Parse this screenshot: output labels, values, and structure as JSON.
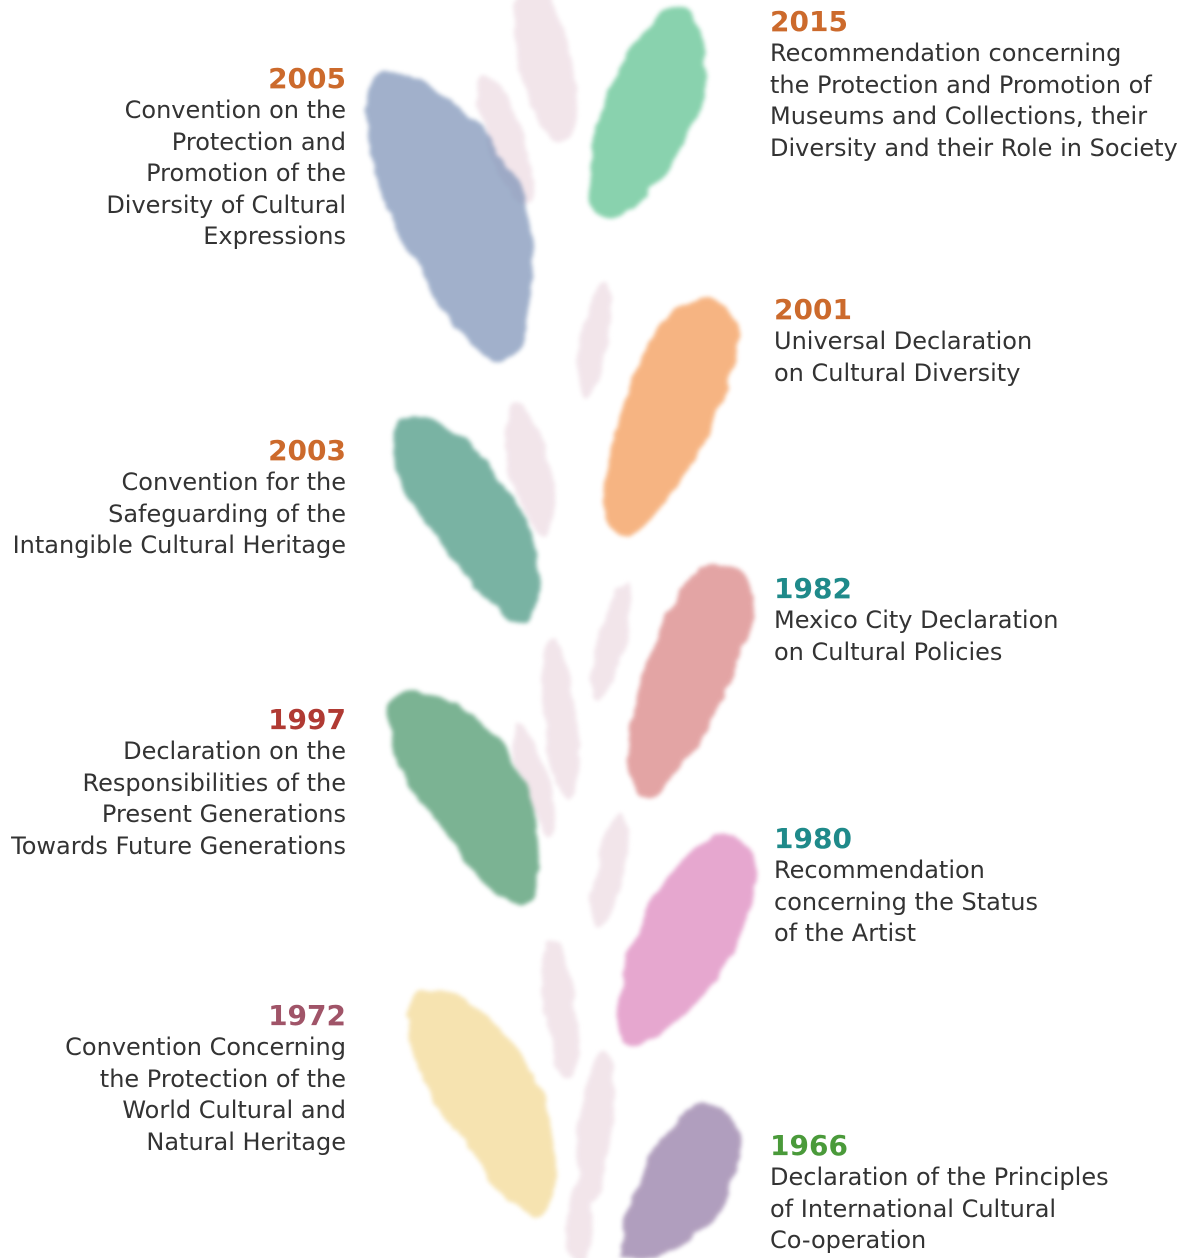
{
  "colors": {
    "orange": "#cc6a2c",
    "teal": "#1f8a8a",
    "red": "#b03a33",
    "plum": "#a05468",
    "green": "#4a9a3a",
    "text": "#333333",
    "stem": "#eedde4"
  },
  "timeline": [
    {
      "year": "2015",
      "description": "Recommendation concerning\nthe Protection and Promotion of\nMuseums and Collections, their\nDiversity and their Role in Society",
      "side": "right",
      "year_color": "#cc6a2c",
      "leaf_color": "#6cc79a"
    },
    {
      "year": "2005",
      "description": "Convention on the\nProtection and\nPromotion of the\nDiversity of Cultural\nExpressions",
      "side": "left",
      "year_color": "#cc6a2c",
      "leaf_color": "#7d93b8"
    },
    {
      "year": "2001",
      "description": "Universal Declaration\non Cultural Diversity",
      "side": "right",
      "year_color": "#cc6a2c",
      "leaf_color": "#f4a061"
    },
    {
      "year": "2003",
      "description": "Convention for the\nSafeguarding of the\nIntangible Cultural Heritage",
      "side": "left",
      "year_color": "#cc6a2c",
      "leaf_color": "#4e9a85"
    },
    {
      "year": "1982",
      "description": "Mexico City Declaration\non Cultural Policies",
      "side": "right",
      "year_color": "#1f8a8a",
      "leaf_color": "#d98282"
    },
    {
      "year": "1997",
      "description": "Declaration on the\nResponsibilities of the\nPresent Generations\nTowards Future Generations",
      "side": "left",
      "year_color": "#b03a33",
      "leaf_color": "#4f9a70"
    },
    {
      "year": "1980",
      "description": "Recommendation\nconcerning the Status\nof the Artist",
      "side": "right",
      "year_color": "#1f8a8a",
      "leaf_color": "#de8ac0"
    },
    {
      "year": "1972",
      "description": "Convention Concerning\nthe Protection of the\nWorld Cultural and\nNatural Heritage",
      "side": "left",
      "year_color": "#a05468",
      "leaf_color": "#f2d68c"
    },
    {
      "year": "1966",
      "description": "Declaration of the Principles\nof International Cultural\nCo-operation",
      "side": "right",
      "year_color": "#4a9a3a",
      "leaf_color": "#9b84ac"
    }
  ]
}
